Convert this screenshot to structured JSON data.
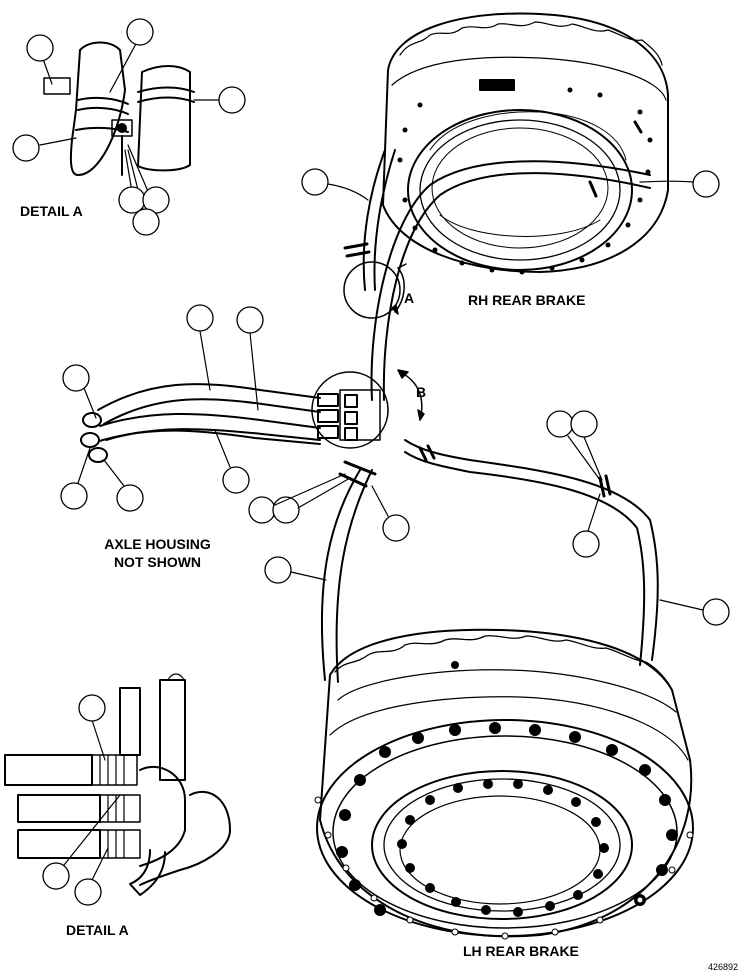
{
  "labels": {
    "detail_a_top": "DETAIL A",
    "rh_rear_brake": "RH REAR BRAKE",
    "axle_housing_line1": "AXLE HOUSING",
    "axle_housing_line2": "NOT SHOWN",
    "detail_a_bottom": "DETAIL A",
    "lh_rear_brake": "LH REAR BRAKE",
    "view_a": "A",
    "view_b": "B",
    "figure_number": "426892"
  }
}
